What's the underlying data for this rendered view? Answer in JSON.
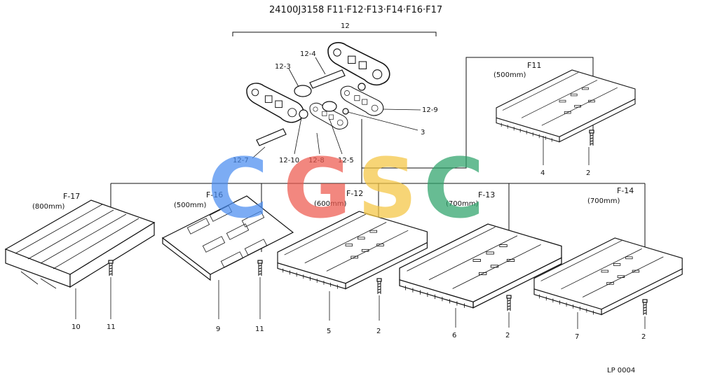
{
  "header": {
    "title": "24100J3158 F11·F12·F13·F14·F16·F17",
    "page_code": "LP 0004"
  },
  "assembly": {
    "group": "12",
    "parts": {
      "p12_3": "12-3",
      "p12_4": "12-4",
      "p12_5": "12-5",
      "p12_7": "12-7",
      "p12_8": "12-8",
      "p12_9": "12-9",
      "p12_10": "12-10",
      "p3": "3"
    }
  },
  "shoes": {
    "f11": {
      "name": "F11",
      "size": "(500mm)",
      "plate_no": "4",
      "bolt_no": "2"
    },
    "f12": {
      "name": "F-12",
      "size": "(600mm)",
      "plate_no": "5",
      "bolt_no": "2"
    },
    "f13": {
      "name": "F-13",
      "size": "(700mm)",
      "plate_no": "6",
      "bolt_no": "2"
    },
    "f14": {
      "name": "F-14",
      "size": "(700mm)",
      "plate_no": "7",
      "bolt_no": "2"
    },
    "f16": {
      "name": "F-16",
      "size": "(500mm)",
      "plate_no": "9",
      "bolt_no": "11"
    },
    "f17": {
      "name": "F-17",
      "size": "(800mm)",
      "plate_no": "10",
      "bolt_no": "11"
    }
  },
  "watermark": {
    "letters": [
      "C",
      "G",
      "S",
      "C"
    ],
    "colors": [
      "#4a8df0",
      "#ee5a4f",
      "#f5c542",
      "#2ea36a"
    ]
  }
}
